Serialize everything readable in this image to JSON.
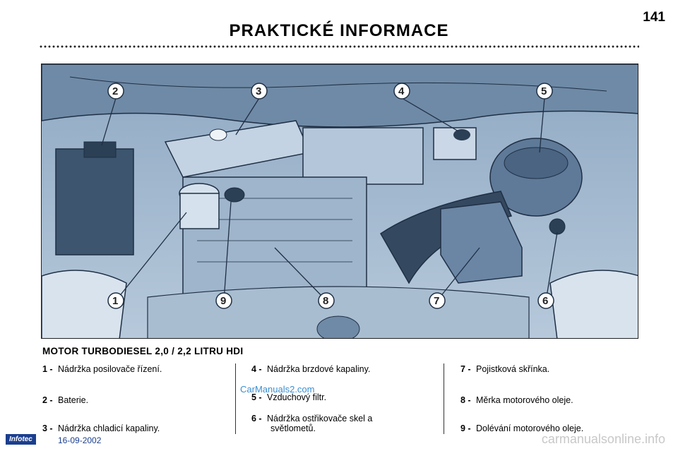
{
  "page": {
    "number": "141",
    "title": "PRAKTICKÉ INFORMACE"
  },
  "figure": {
    "callouts": [
      "1",
      "2",
      "3",
      "4",
      "5",
      "6",
      "7",
      "8",
      "9"
    ],
    "colors": {
      "engine_blue": "#a8c0d8",
      "dark_blue": "#5b7a98",
      "line": "#1f2f44"
    }
  },
  "section": {
    "heading": "MOTOR TURBODIESEL 2,0 / 2,2 LITRU HDI"
  },
  "legend": {
    "col1": [
      {
        "num": "1 -",
        "text": "Nádržka posilovače řízení."
      },
      {
        "num": "2 -",
        "text": "Baterie."
      },
      {
        "num": "3 -",
        "text": "Nádržka chladicí kapaliny."
      }
    ],
    "col2": [
      {
        "num": "4 -",
        "text": "Nádržka brzdové kapaliny."
      },
      {
        "num": "5 -",
        "text": "Vzduchový filtr."
      },
      {
        "num": "6 -",
        "text": "Nádržka ostřikovače skel a",
        "text2": "světlometů."
      }
    ],
    "col3": [
      {
        "num": "7 -",
        "text": "Pojistková skřínka."
      },
      {
        "num": "8 -",
        "text": "Měrka motorového oleje."
      },
      {
        "num": "9 -",
        "text": "Dolévání motorového oleje."
      }
    ]
  },
  "footer": {
    "brand": "Infotec",
    "date": "16-09-2002",
    "watermark_top": "CarManuals2.com",
    "watermark_bottom": "carmanualsonline.info"
  }
}
